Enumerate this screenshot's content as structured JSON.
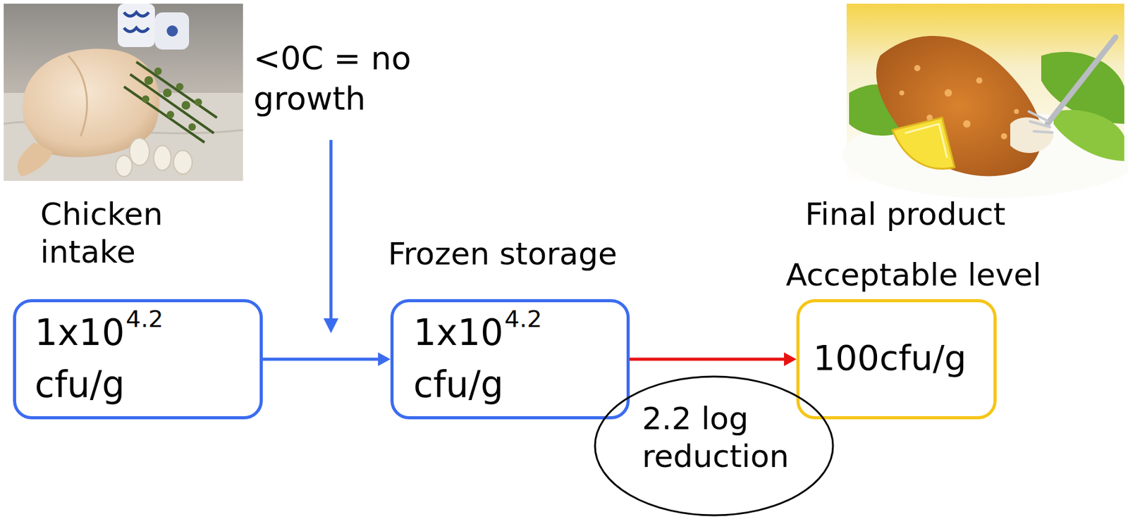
{
  "diagram": {
    "nodes": [
      {
        "text": [
          "Chicken intake",
          "1x10",
          "4.2",
          "cfu/g"
        ]
      },
      {
        "text": [
          "Frozen storage",
          "1x10",
          "4.2",
          "cfu/g"
        ]
      },
      {
        "text": [
          "Final product",
          "Acceptable level",
          "100cfu/g"
        ]
      },
      {
        "text": [
          "2.2 log reduction"
        ]
      }
    ],
    "edges": [
      {
        "from": 0,
        "to": 1,
        "arrow": "to"
      },
      {
        "from": 1,
        "to": 2,
        "arrow": "to"
      }
    ],
    "labels": [
      "<0C = no growth"
    ]
  }
}
